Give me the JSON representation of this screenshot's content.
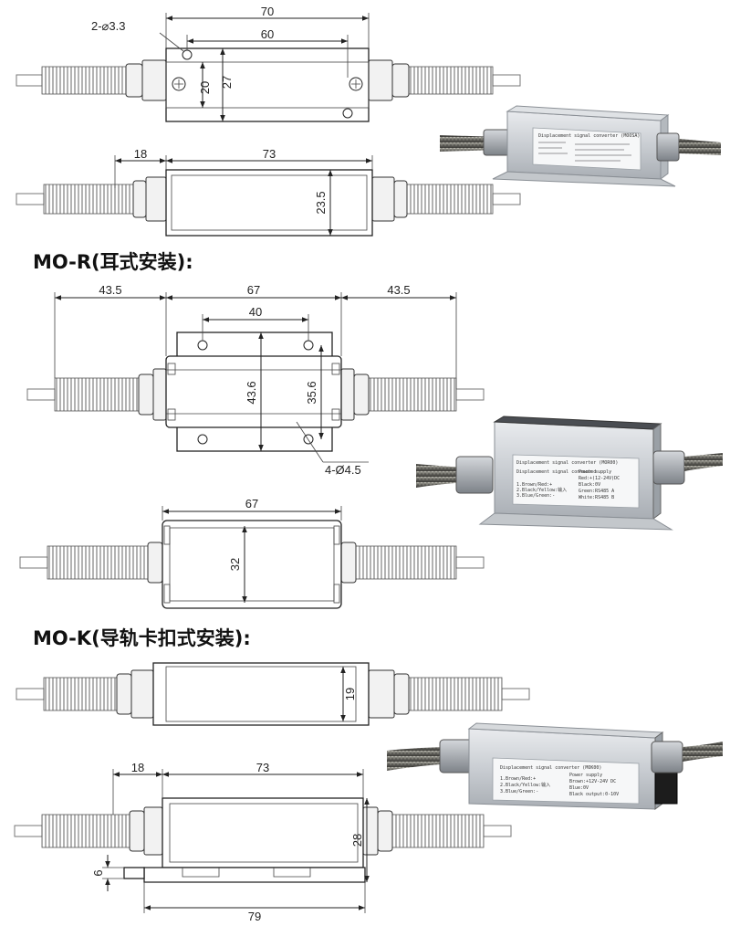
{
  "headings": {
    "mo_r": "MO-R(耳式安装):",
    "mo_k": "MO-K(导轨卡扣式安装):"
  },
  "dims": {
    "top_hole": "2-⌀3.3",
    "top_70": "70",
    "top_60": "60",
    "top_20": "20",
    "top_27": "27",
    "side_18": "18",
    "side_73": "73",
    "side_235": "23.5",
    "r_435_left": "43.5",
    "r_67": "67",
    "r_435_right": "43.5",
    "r_40": "40",
    "r_436": "43.6",
    "r_356": "35.6",
    "r_hole": "4-Ø4.5",
    "r_side_67": "67",
    "r_side_32": "32",
    "k_19": "19",
    "k_18": "18",
    "k_73": "73",
    "k_28": "28",
    "k_6": "6",
    "k_79": "79"
  },
  "photo_labels": {
    "p1_title": "Displacement signal converter (MOOSA)",
    "p2_title": "Displacement signal converter (MOR00)",
    "p2_line1": "Displacement signal connected",
    "p2_line2": "Power supply",
    "p2_line3": "Red:+(12-24V)DC",
    "p2_line4": "Black:0V",
    "p2_line5": "Green:RS485 A",
    "p2_line6": "White:RS485 B",
    "p2_line7": "1.Brown/Red:+",
    "p2_line8": "2.Black/Yellow:输入",
    "p2_line9": "3.Blue/Green:-",
    "p3_title": "Displacement signal converter (MOK00)",
    "p3_line1": "Power supply",
    "p3_line2": "Brown:+12V-24V DC",
    "p3_line3": "Blue:0V",
    "p3_line4": "Black output:0-10V",
    "p3_line5": "1.Brown/Red:+",
    "p3_line6": "2.Black/Yellow:输入",
    "p3_line7": "3.Blue/Green:-"
  }
}
